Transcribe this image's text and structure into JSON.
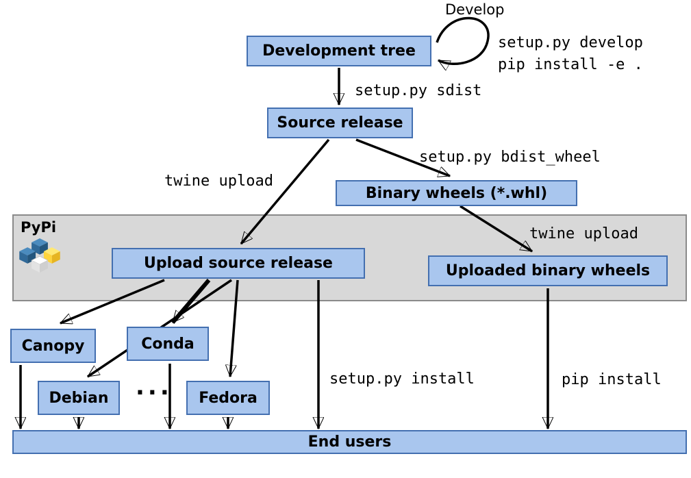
{
  "nodes": {
    "development_tree": "Development tree",
    "source_release": "Source release",
    "binary_wheels": "Binary wheels (*.whl)",
    "upload_source_release": "Upload source release",
    "uploaded_binary_wheels": "Uploaded binary wheels",
    "canopy": "Canopy",
    "conda": "Conda",
    "debian": "Debian",
    "fedora": "Fedora",
    "end_users": "End users",
    "more_distros": "..."
  },
  "region": {
    "pypi_label": "PyPi"
  },
  "edge_labels": {
    "develop": "Develop",
    "develop_cmd_line1": "setup.py develop",
    "develop_cmd_line2": "pip install -e .",
    "sdist": "setup.py sdist",
    "twine_upload_source": "twine upload",
    "bdist_wheel": "setup.py bdist_wheel",
    "twine_upload_wheels": "twine upload",
    "setup_install": "setup.py install",
    "pip_install": "pip install"
  },
  "colors": {
    "box_fill": "#a9c6ee",
    "box_border": "#436fb0",
    "band_fill": "#d8d8d8",
    "band_border": "#8a8a8a",
    "arrow": "#000000",
    "text": "#000000"
  }
}
